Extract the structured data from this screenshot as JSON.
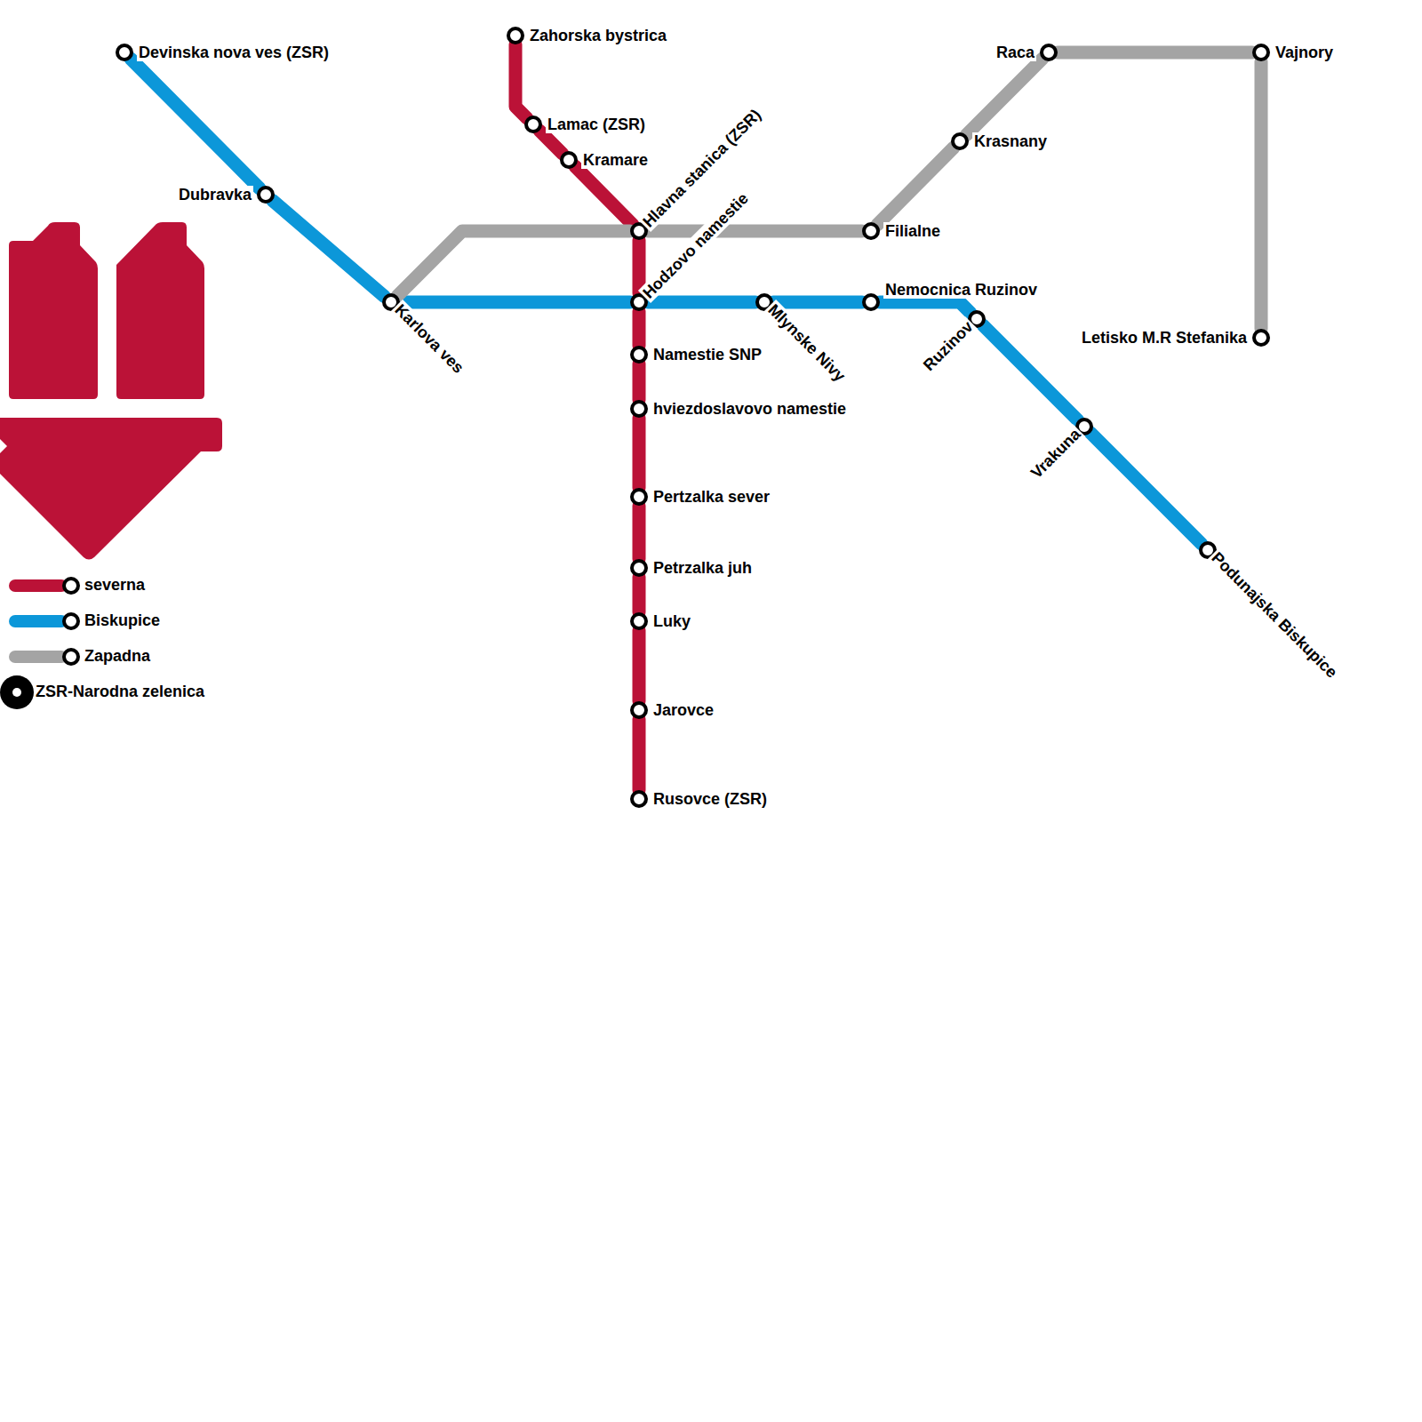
{
  "diagram": {
    "nodes": [
      {
        "text": [
          "Zahorska bystrica"
        ]
      },
      {
        "text": [
          "Devinska nova ves (ZSR)"
        ]
      },
      {
        "text": [
          "Lamac (ZSR)"
        ]
      },
      {
        "text": [
          "Kramare"
        ]
      },
      {
        "text": [
          "Dubravka"
        ]
      },
      {
        "text": [
          "Hlavna stanica (ZSR)"
        ]
      },
      {
        "text": [
          "Filialne"
        ]
      },
      {
        "text": [
          "Krasnany"
        ]
      },
      {
        "text": [
          "Raca"
        ]
      },
      {
        "text": [
          "Vajnory"
        ]
      },
      {
        "text": [
          "Karlova ves"
        ]
      },
      {
        "text": [
          "Hodzovo namestie"
        ]
      },
      {
        "text": [
          "Mlynske Nivy"
        ]
      },
      {
        "text": [
          "Nemocnica Ruzinov"
        ]
      },
      {
        "text": [
          "Ruzinov"
        ]
      },
      {
        "text": [
          "Letisko M.R Stefanika"
        ]
      },
      {
        "text": [
          "Namestie SNP"
        ]
      },
      {
        "text": [
          "Vrakuna"
        ]
      },
      {
        "text": [
          "hviezdoslavovo namestie"
        ]
      },
      {
        "text": [
          "Pertzalka sever"
        ]
      },
      {
        "text": [
          "Podunajska Biskupice"
        ]
      },
      {
        "text": [
          "Petrzalka juh"
        ]
      },
      {
        "text": [
          "Luky"
        ]
      },
      {
        "text": [
          "Jarovce"
        ]
      },
      {
        "text": [
          "Rusovce (ZSR)"
        ]
      }
    ],
    "edges": [
      {
        "from": 1,
        "to": 4,
        "arrow": "none"
      },
      {
        "from": 4,
        "to": 10,
        "arrow": "none"
      },
      {
        "from": 10,
        "to": 11,
        "arrow": "none"
      },
      {
        "from": 11,
        "to": 12,
        "arrow": "none"
      },
      {
        "from": 12,
        "to": 13,
        "arrow": "none"
      },
      {
        "from": 13,
        "to": 14,
        "arrow": "none"
      },
      {
        "from": 14,
        "to": 17,
        "arrow": "none"
      },
      {
        "from": 17,
        "to": 20,
        "arrow": "none"
      },
      {
        "from": 0,
        "to": 2,
        "arrow": "none"
      },
      {
        "from": 2,
        "to": 3,
        "arrow": "none"
      },
      {
        "from": 3,
        "to": 5,
        "arrow": "none"
      },
      {
        "from": 5,
        "to": 11,
        "arrow": "none"
      },
      {
        "from": 11,
        "to": 16,
        "arrow": "none"
      },
      {
        "from": 16,
        "to": 18,
        "arrow": "none"
      },
      {
        "from": 18,
        "to": 19,
        "arrow": "none"
      },
      {
        "from": 19,
        "to": 21,
        "arrow": "none"
      },
      {
        "from": 21,
        "to": 22,
        "arrow": "none"
      },
      {
        "from": 22,
        "to": 23,
        "arrow": "none"
      },
      {
        "from": 23,
        "to": 24,
        "arrow": "none"
      },
      {
        "from": 10,
        "to": 5,
        "arrow": "none"
      },
      {
        "from": 5,
        "to": 6,
        "arrow": "none"
      },
      {
        "from": 6,
        "to": 7,
        "arrow": "none"
      },
      {
        "from": 7,
        "to": 8,
        "arrow": "none"
      },
      {
        "from": 8,
        "to": 9,
        "arrow": "none"
      },
      {
        "from": 9,
        "to": 15,
        "arrow": "none"
      }
    ],
    "legend": [
      {
        "text": "severna",
        "color": "#bb1237"
      },
      {
        "text": "Biskupice",
        "color": "#0c97d9"
      },
      {
        "text": "Zapadna",
        "color": "#a4a4a4"
      },
      {
        "text": "ZSR-Narodna zelenica"
      }
    ]
  }
}
